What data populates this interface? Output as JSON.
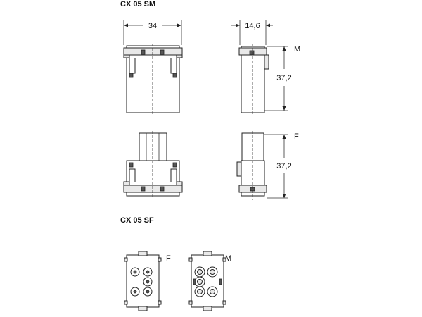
{
  "titles": {
    "top": "CX 05 SM",
    "bottom": "CX 05 SF"
  },
  "dimensions": {
    "width": "34",
    "depth": "14,6",
    "height_male": "37,2",
    "height_female": "37,2"
  },
  "labels": {
    "male": "M",
    "female": "F",
    "face_female": "F",
    "face_male": "M"
  },
  "colors": {
    "line": "#222222",
    "fill": "#e9e9e9",
    "dark": "#555555"
  }
}
